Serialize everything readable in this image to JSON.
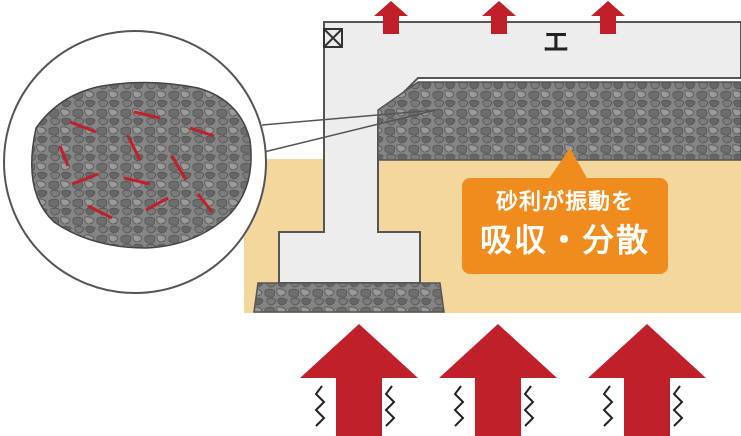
{
  "callout": {
    "line1": "砂利が振動を",
    "line2": "吸収・分散"
  },
  "beam_label": "エ",
  "colors": {
    "arrow_red": "#c0202a",
    "callout_orange": "#f08c1e",
    "soil": "#f3d79c",
    "concrete": "#ededed",
    "gravel": "#7a7a7a"
  },
  "icons": [
    "box-cross-icon",
    "arrow-up-icon",
    "wave-icon",
    "zoom-circle"
  ]
}
